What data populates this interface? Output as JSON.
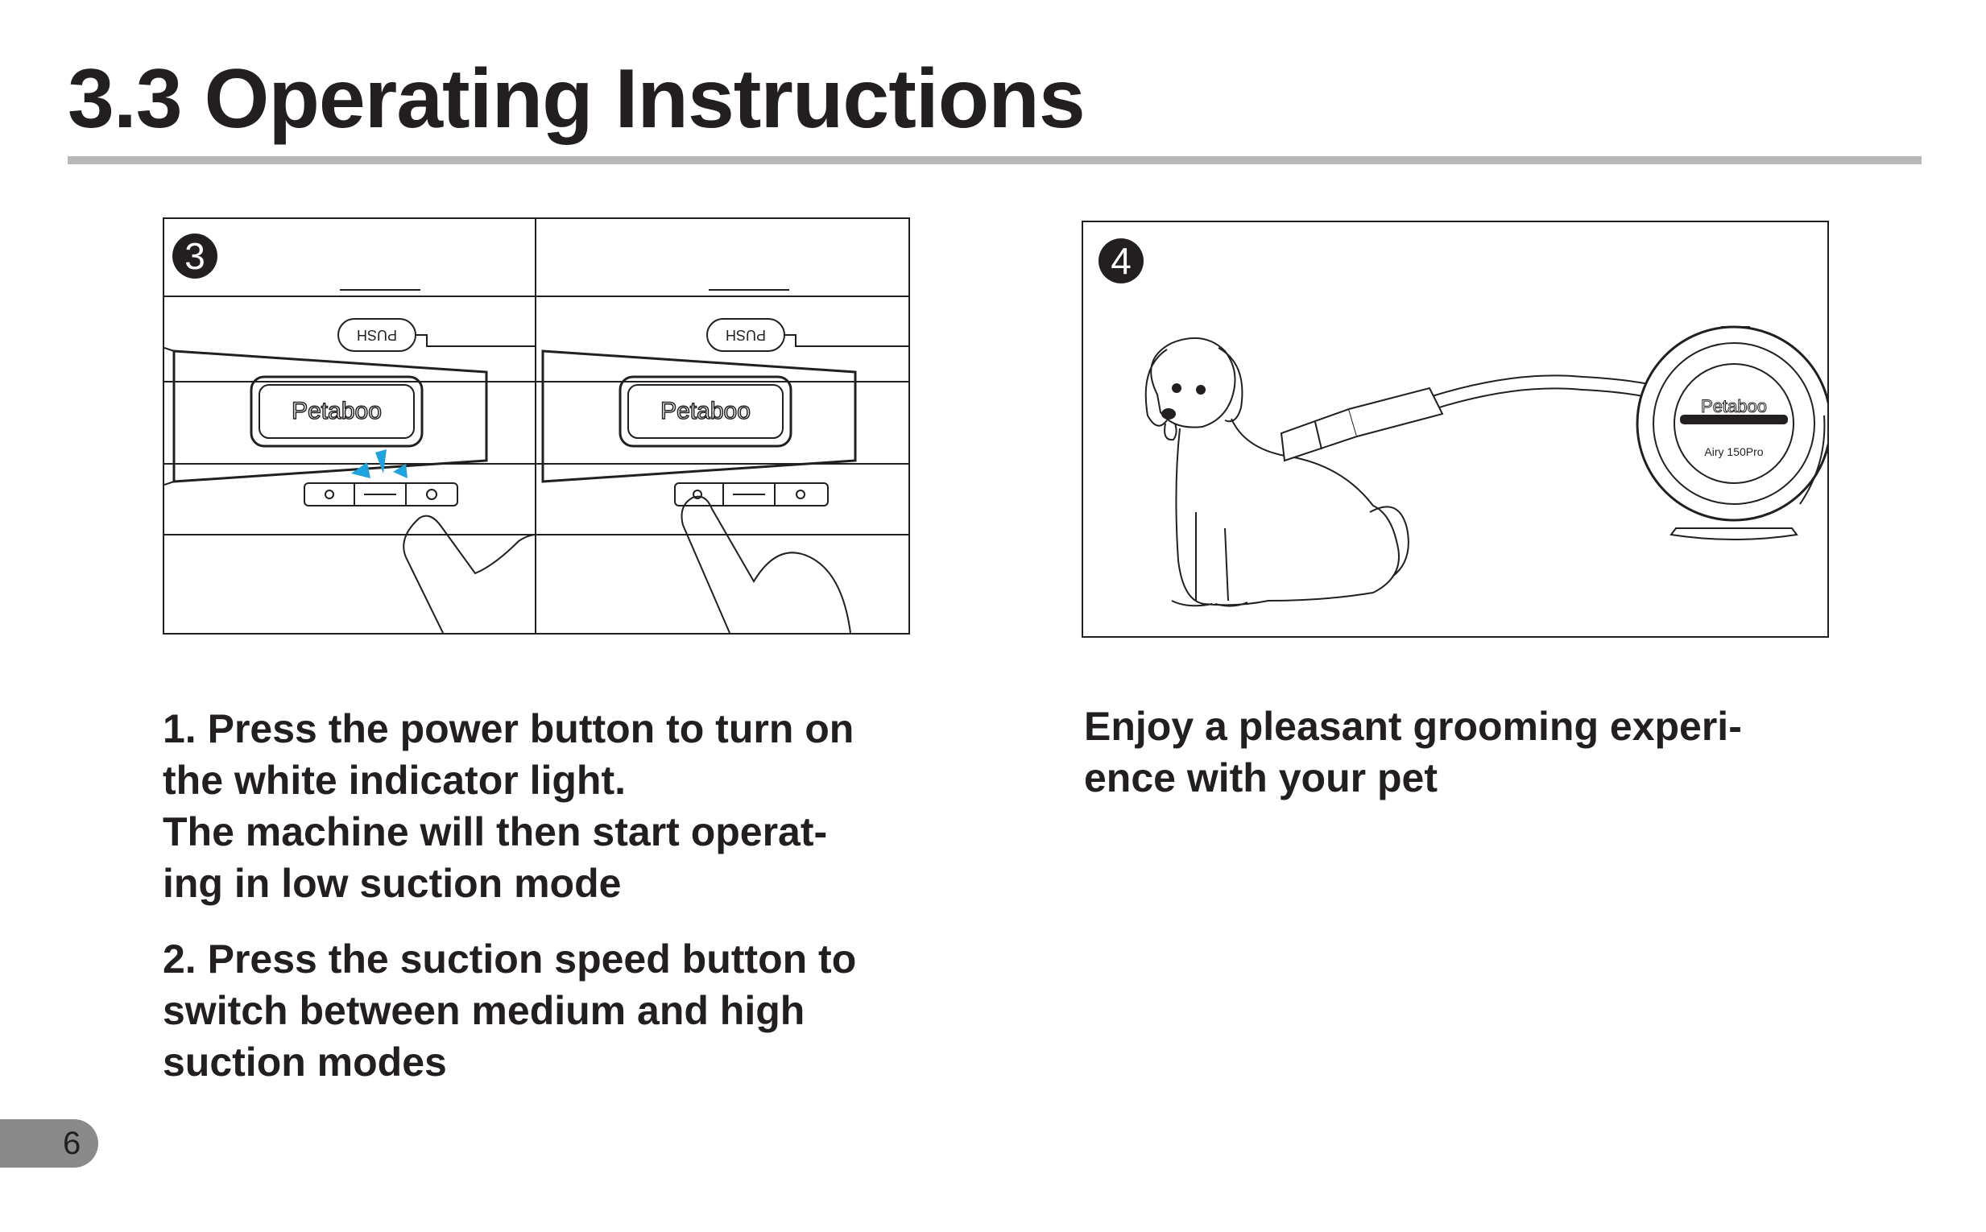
{
  "page": {
    "title": "3.3 Operating Instructions",
    "number": "6"
  },
  "figures": {
    "step3": {
      "badge": "3",
      "push_label": "PUSH",
      "brand_label": "Petaboo"
    },
    "step4": {
      "badge": "4",
      "brand_label": "Petaboo",
      "model_label": "Airy 150Pro"
    }
  },
  "instructions": {
    "left": {
      "para1": [
        "1. Press the power button to turn on",
        "the white indicator light.",
        "The machine will then start operat-",
        "ing in low suction mode"
      ],
      "para2": [
        "2. Press the suction speed button to",
        "switch between medium and high",
        "suction modes"
      ]
    },
    "right": {
      "para1": [
        "Enjoy a pleasant grooming experi-",
        "ence with your pet"
      ]
    }
  },
  "colors": {
    "text": "#231f20",
    "rule": "#b8b8b8",
    "indicator": "#1fa3dc",
    "page_tab": "#8a8a8a"
  }
}
